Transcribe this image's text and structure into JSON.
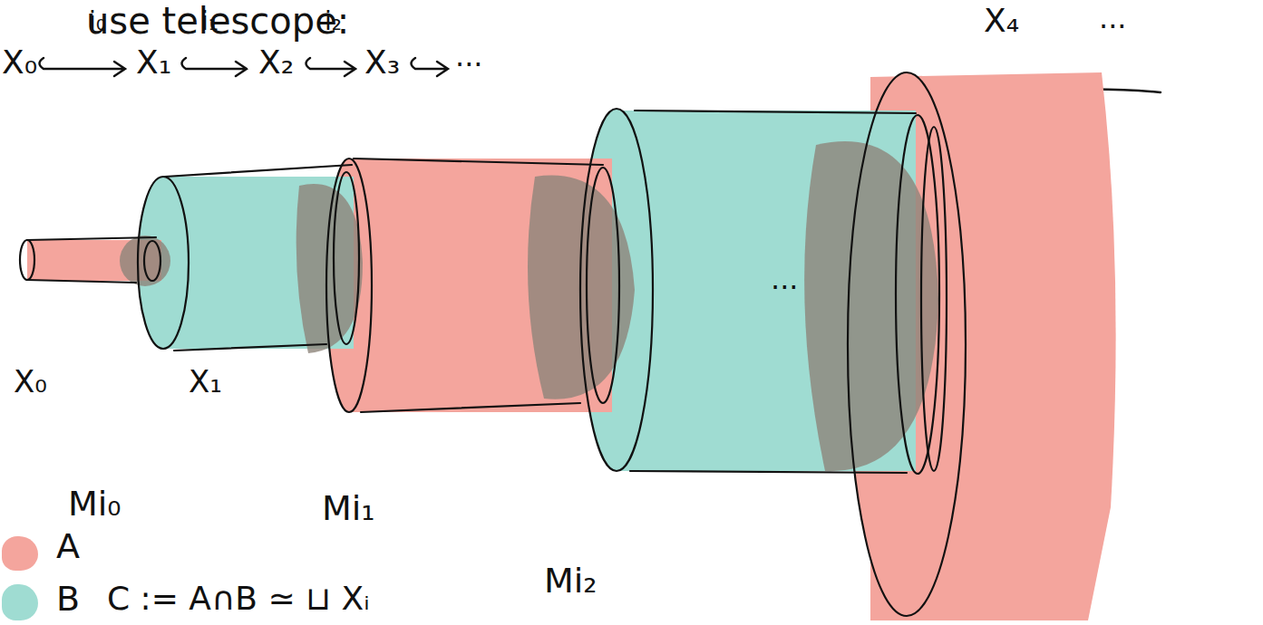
{
  "diagram": {
    "labels": [
      "use telescope:",
      "X₀",
      "i₀",
      "X₁",
      "i₁",
      "X₂",
      "i₂",
      "X₃",
      "...",
      "X₄",
      "...",
      "...",
      "X₀",
      "X₁",
      "Mi₀",
      "Mi₁",
      "Mi₂",
      "C := A∩B ≃ ⊔ Xᵢ"
    ],
    "legend": [
      {
        "text": "A",
        "color": "#f4a59d"
      },
      {
        "text": "B",
        "color": "#9fdcd2"
      }
    ]
  }
}
